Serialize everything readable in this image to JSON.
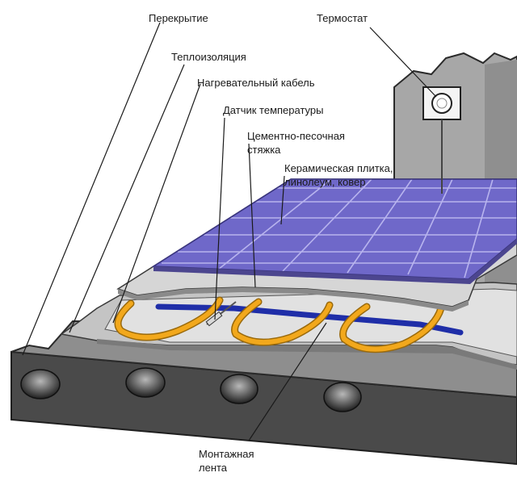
{
  "labels": {
    "slab": "Перекрытие",
    "insulation": "Теплоизоляция",
    "heating_cable": "Нагревательный кабель",
    "temp_sensor": "Датчик температуры",
    "screed_line1": "Цементно-песочная",
    "screed_line2": "стяжка",
    "finish_line1": "Керамическая плитка,",
    "finish_line2": "линолеум, ковер",
    "thermostat": "Термостат",
    "mount_tape_line1": "Монтажная",
    "mount_tape_line2": "лента"
  },
  "colors": {
    "concrete": "#8c8c8c",
    "concrete_dark": "#3c3c3c",
    "screed": "#d2d2d2",
    "tile": "#6f68c9",
    "tile_grout": "#b8b4ee",
    "cable": "#f2a81c",
    "tape": "#1f2ea8"
  },
  "icons": {
    "thermostat": "thermostat-icon"
  }
}
